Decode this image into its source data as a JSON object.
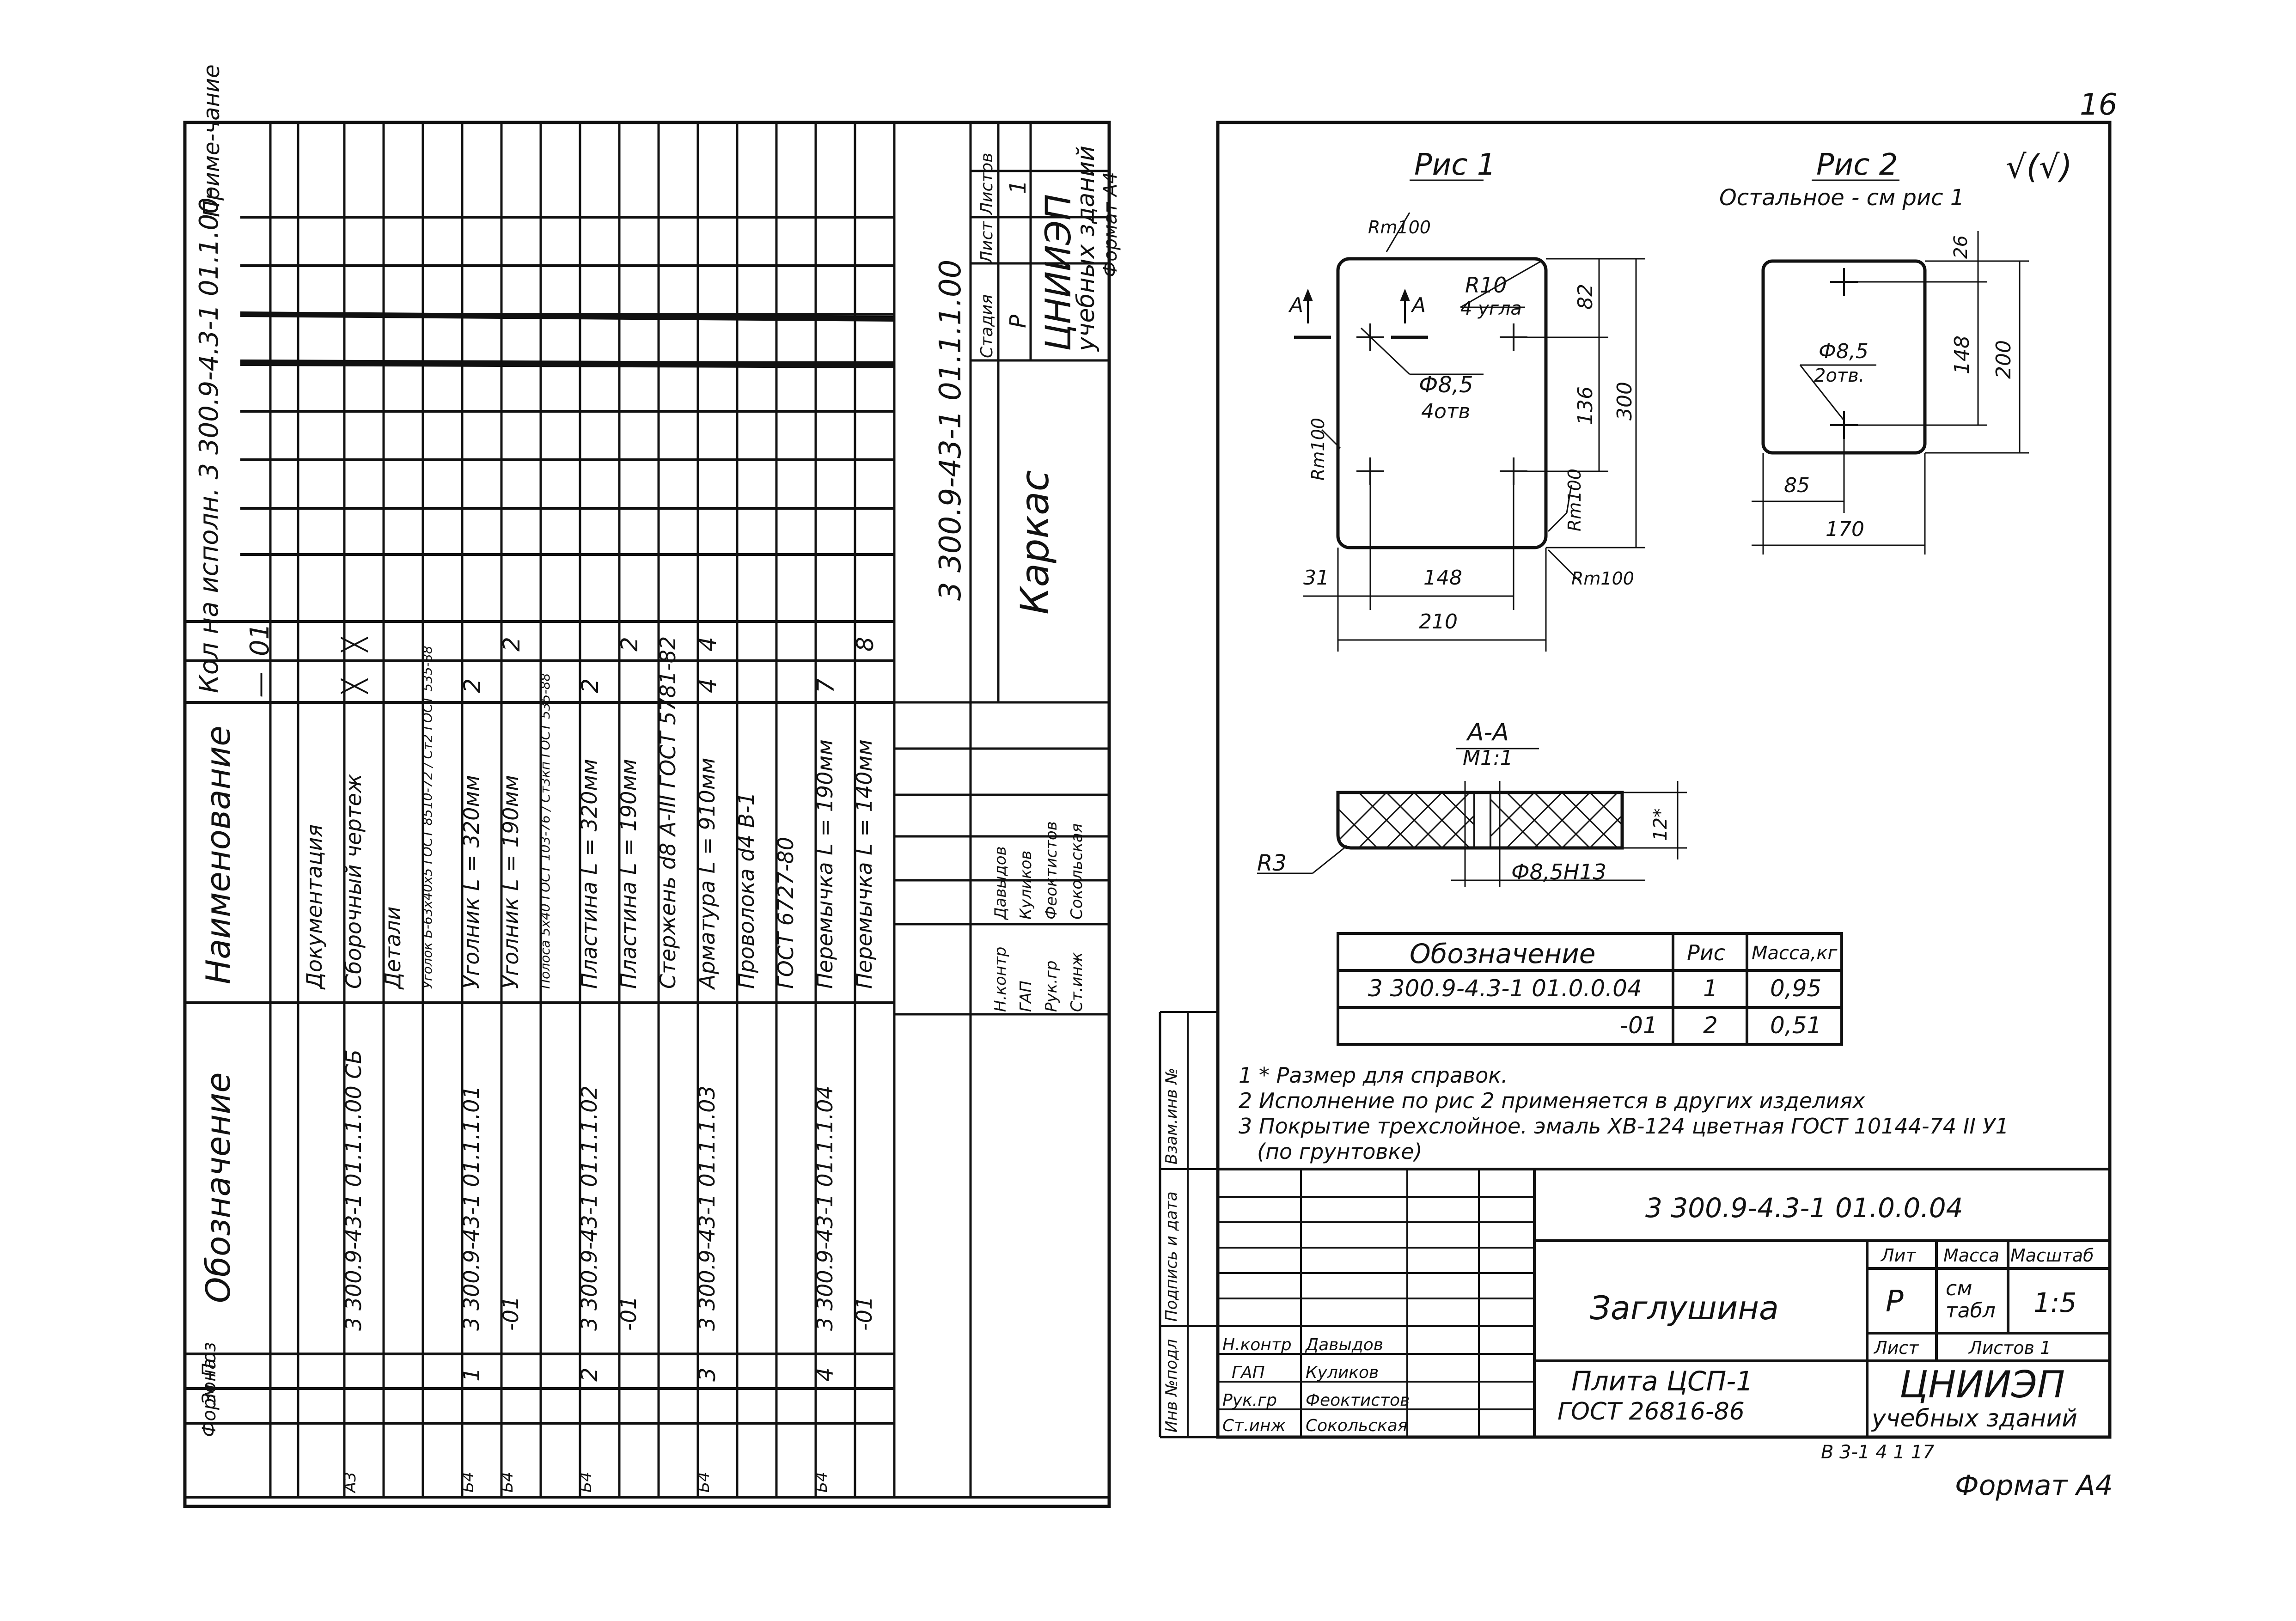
{
  "page_number": "16",
  "spec": {
    "headers": {
      "format": "Форм",
      "zone": "Зона",
      "pos": "Поз",
      "designation": "Обозначение",
      "name": "Наименование",
      "qty": "Кол на исполн. 3 300.9-4.3-1 01.1.00-",
      "note": "Приме-чание"
    },
    "variants": [
      "—",
      "01"
    ],
    "rows": [
      {
        "format": "",
        "pos": "",
        "designation": "",
        "name": "Документация",
        "q0": "",
        "q1": ""
      },
      {
        "format": "А3",
        "pos": "",
        "designation": "3 300.9-43-1 01.1.1.00 СБ",
        "name": "Сборочный чертеж",
        "q0": "╳",
        "q1": "╳"
      },
      {
        "format": "",
        "pos": "",
        "designation": "",
        "name": "Детали",
        "q0": "",
        "q1": ""
      },
      {
        "format": "",
        "pos": "",
        "designation": "",
        "name": "Уголок Б-63х40х5 ГОСТ 8510-72 / Ст2 ГОСТ 535-88",
        "q0": "",
        "q1": ""
      },
      {
        "format": "Б4",
        "pos": "1",
        "designation": "3 300.9-43-1 01.1.1.01",
        "name": "Уголник L = 320мм",
        "q0": "2",
        "q1": ""
      },
      {
        "format": "Б4",
        "pos": "",
        "designation": "-01",
        "name": "Уголник L = 190мм",
        "q0": "",
        "q1": "2"
      },
      {
        "format": "",
        "pos": "",
        "designation": "",
        "name": "Полоса 5х40 ГОСТ 103-76 / Ст3кп ГОСТ 535-88",
        "q0": "",
        "q1": ""
      },
      {
        "format": "Б4",
        "pos": "2",
        "designation": "3 300.9-43-1 01.1.1.02",
        "name": "Пластина L = 320мм",
        "q0": "2",
        "q1": ""
      },
      {
        "format": "",
        "pos": "",
        "designation": "-01",
        "name": "Пластина L = 190мм",
        "q0": "",
        "q1": "2"
      },
      {
        "format": "",
        "pos": "",
        "designation": "",
        "name": "Стержень d8 A-III ГОСТ 5781-82",
        "q0": "",
        "q1": ""
      },
      {
        "format": "Б4",
        "pos": "3",
        "designation": "3 300.9-43-1 01.1.1.03",
        "name": "Арматура L = 910мм",
        "q0": "4",
        "q1": "4"
      },
      {
        "format": "",
        "pos": "",
        "designation": "",
        "name": "Проволока d4 В-1",
        "q0": "",
        "q1": ""
      },
      {
        "format": "",
        "pos": "",
        "designation": "",
        "name": "ГОСТ 6727-80",
        "q0": "",
        "q1": ""
      },
      {
        "format": "Б4",
        "pos": "4",
        "designation": "3 300.9-43-1 01.1.1.04",
        "name": "Перемычка L = 190мм",
        "q0": "7",
        "q1": ""
      },
      {
        "format": "",
        "pos": "",
        "designation": "-01",
        "name": "Перемычка L = 140мм",
        "q0": "",
        "q1": "8"
      }
    ],
    "doc_code": "3 300.9-43-1 01.1.1.00",
    "title": "Каркас",
    "stage_headers": [
      "Стадия",
      "Лист",
      "Листов"
    ],
    "stage": "Р",
    "sheets": "1",
    "org": "ЦНИИЭП",
    "org2": "учебных зданий",
    "format": "Формат А4",
    "sign_roles": [
      "Н.контр",
      "ГАП",
      "Рук.гр",
      "Ст.инж"
    ],
    "sign_names": [
      "Давыдов",
      "Куликов",
      "Феоктистов",
      "Сокольская"
    ]
  },
  "drawing": {
    "fig1_title": "Рис 1",
    "fig2_title": "Рис 2",
    "fig2_sub": "Остальное - см рис 1",
    "roughness": "√(√)",
    "fig1": {
      "rm100": "Rm100",
      "r10": "R10",
      "r10_sub": "4 угла",
      "hole": "Ф8,5",
      "hole_sub": "4отв",
      "section_mark": "А",
      "dims": {
        "d82": "82",
        "d136": "136",
        "d300": "300",
        "d31": "31",
        "d148": "148",
        "d210": "210"
      }
    },
    "fig2": {
      "hole": "Ф8,5",
      "hole_sub": "2отв.",
      "dims": {
        "d26": "26",
        "d148": "148",
        "d200": "200",
        "d85": "85",
        "d170": "170"
      }
    },
    "section": {
      "title": "А-А",
      "scale": "М1:1",
      "r3": "R3",
      "hole": "Ф8,5Н13",
      "d12": "12*"
    },
    "table": {
      "headers": [
        "Обозначение",
        "Рис",
        "Масса,кг"
      ],
      "rows": [
        [
          "3 300.9-4.3-1 01.0.0.04",
          "1",
          "0,95"
        ],
        [
          "-01",
          "2",
          "0,51"
        ]
      ]
    },
    "notes": [
      "1 * Размер для справок.",
      "2 Исполнение по рис 2 применяется в других изделиях",
      "3 Покрытие трехслойное. эмаль ХВ-124 цветная ГОСТ 10144-74 ІІ У1",
      "(по грунтовке)"
    ],
    "side_labels": [
      "Инв №подл",
      "Подпись и дата",
      "Взам.инв №"
    ]
  },
  "title_block": {
    "code": "3 300.9-4.3-1 01.0.0.04",
    "name": "Заглушина",
    "material1": "Плита ЦСП-1",
    "material2": "ГОСТ 26816-86",
    "lit_hdr": "Лит",
    "mass_hdr": "Масса",
    "scale_hdr": "Масштаб",
    "lit": "Р",
    "mass": "см табл",
    "scale": "1:5",
    "sheet_hdr": "Лист",
    "sheets_hdr": "Листов 1",
    "org": "ЦНИИЭП",
    "org2": "учебных зданий",
    "roles": [
      "Н.контр",
      "ГАП",
      "Рук.гр",
      "Ст.инж"
    ],
    "names": [
      "Давыдов",
      "Куликов",
      "Феоктистов",
      "Сокольская"
    ],
    "bottom_code": "В 3-1 4 1   17",
    "format": "Формат А4"
  }
}
